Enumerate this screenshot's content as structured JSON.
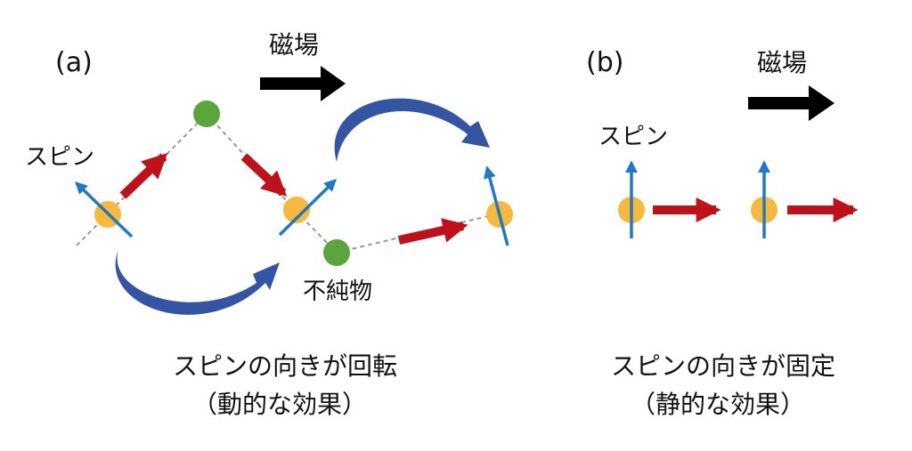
{
  "panel_a": {
    "label": "(a)",
    "field_label": "磁場",
    "spin_label": "スピン",
    "impurity_label": "不純物",
    "caption_line1": "スピンの向きが回転",
    "caption_line2": "（動的な効果）"
  },
  "panel_b": {
    "label": "(b)",
    "field_label": "磁場",
    "spin_label": "スピン",
    "caption_line1": "スピンの向きが固定",
    "caption_line2": "（静的な効果）"
  },
  "colors": {
    "background": "#ffffff",
    "electron": "#f6b93b",
    "impurity": "#5aa63d",
    "spin_arrow": "#1f78c8",
    "motion_arrow": "#c0101a",
    "rotation_arrow": "#3455a4",
    "path_line": "#9a9a9a",
    "field_arrow": "#000000"
  }
}
